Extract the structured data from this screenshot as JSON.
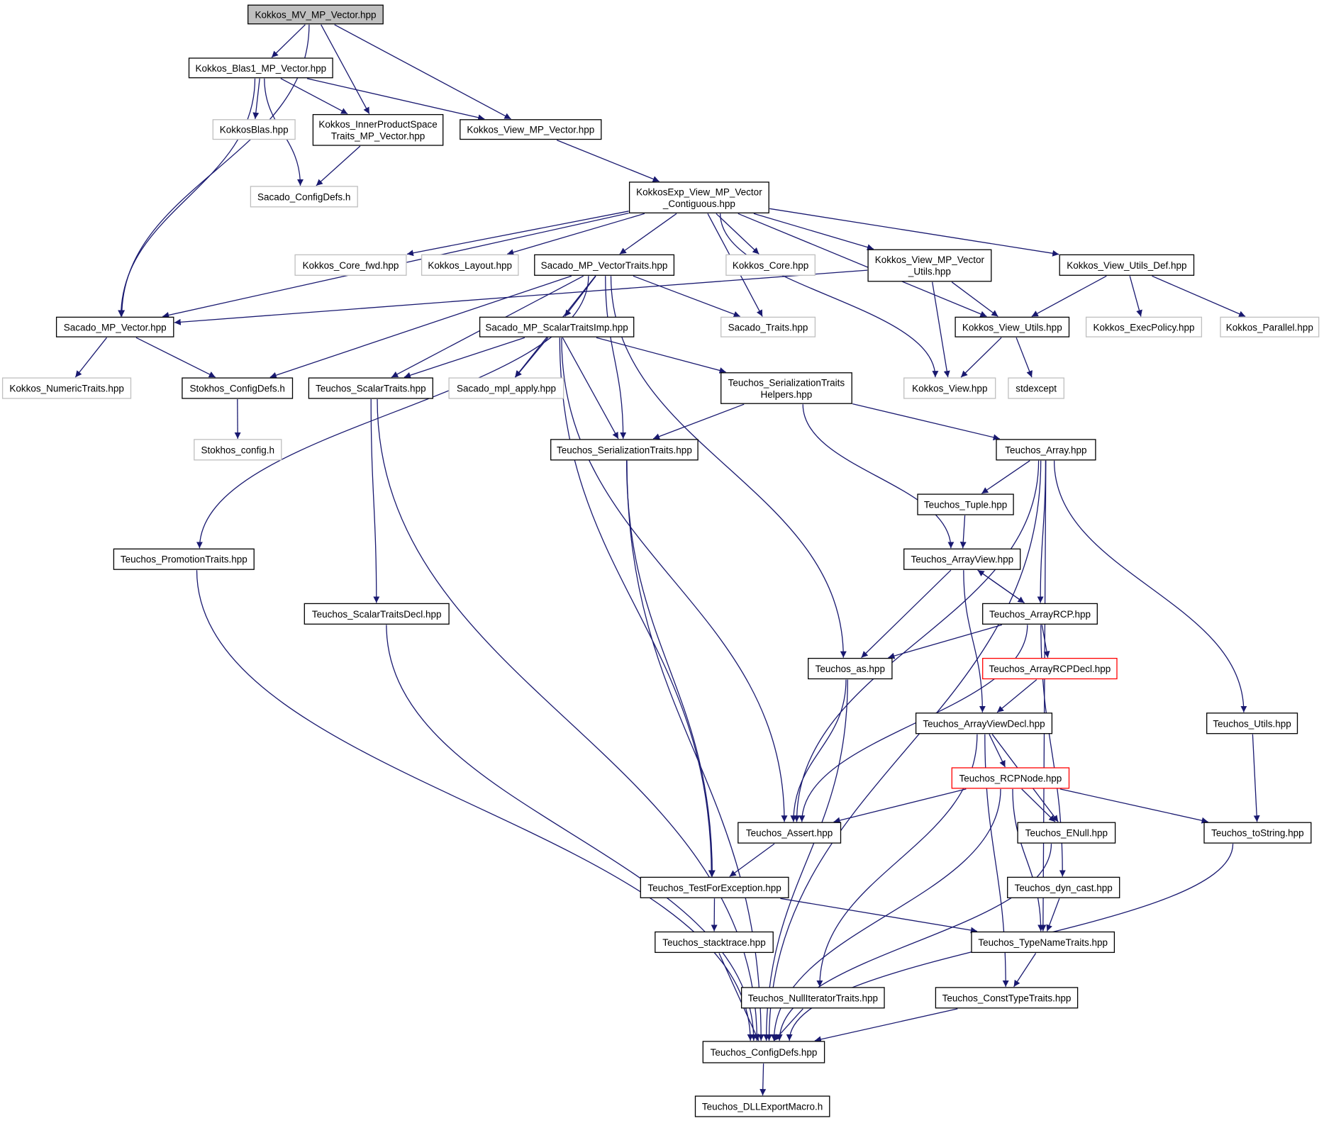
{
  "colors": {
    "edge": "#191970",
    "root_fill": "#bfbfbf",
    "node_border": "#000000",
    "external_border": "#bfbfbf",
    "truncated_border": "#ff0000"
  },
  "nodes": [
    {
      "id": "root",
      "lines": [
        "Kokkos_MV_MP_Vector.hpp"
      ],
      "kind": "root"
    },
    {
      "id": "blas1",
      "lines": [
        "Kokkos_Blas1_MP_Vector.hpp"
      ],
      "kind": "normal"
    },
    {
      "id": "kokkosblas",
      "lines": [
        "KokkosBlas.hpp"
      ],
      "kind": "external"
    },
    {
      "id": "innerprod",
      "lines": [
        "Kokkos_InnerProductSpace",
        "Traits_MP_Vector.hpp"
      ],
      "kind": "normal"
    },
    {
      "id": "viewmp",
      "lines": [
        "Kokkos_View_MP_Vector.hpp"
      ],
      "kind": "normal"
    },
    {
      "id": "sacconfig",
      "lines": [
        "Sacado_ConfigDefs.h"
      ],
      "kind": "external"
    },
    {
      "id": "kexpview",
      "lines": [
        "KokkosExp_View_MP_Vector",
        "_Contiguous.hpp"
      ],
      "kind": "normal"
    },
    {
      "id": "corefwd",
      "lines": [
        "Kokkos_Core_fwd.hpp"
      ],
      "kind": "external"
    },
    {
      "id": "layout",
      "lines": [
        "Kokkos_Layout.hpp"
      ],
      "kind": "external"
    },
    {
      "id": "sacvtraits",
      "lines": [
        "Sacado_MP_VectorTraits.hpp"
      ],
      "kind": "normal"
    },
    {
      "id": "core",
      "lines": [
        "Kokkos_Core.hpp"
      ],
      "kind": "external"
    },
    {
      "id": "viewmputils",
      "lines": [
        "Kokkos_View_MP_Vector",
        "_Utils.hpp"
      ],
      "kind": "normal"
    },
    {
      "id": "viewutilsdef",
      "lines": [
        "Kokkos_View_Utils_Def.hpp"
      ],
      "kind": "normal"
    },
    {
      "id": "sacmpvec",
      "lines": [
        "Sacado_MP_Vector.hpp"
      ],
      "kind": "normal"
    },
    {
      "id": "sacstraitsimp",
      "lines": [
        "Sacado_MP_ScalarTraitsImp.hpp"
      ],
      "kind": "normal"
    },
    {
      "id": "sactraits",
      "lines": [
        "Sacado_Traits.hpp"
      ],
      "kind": "external"
    },
    {
      "id": "viewutils",
      "lines": [
        "Kokkos_View_Utils.hpp"
      ],
      "kind": "normal"
    },
    {
      "id": "execpolicy",
      "lines": [
        "Kokkos_ExecPolicy.hpp"
      ],
      "kind": "external"
    },
    {
      "id": "parallel",
      "lines": [
        "Kokkos_Parallel.hpp"
      ],
      "kind": "external"
    },
    {
      "id": "numtraits",
      "lines": [
        "Kokkos_NumericTraits.hpp"
      ],
      "kind": "external"
    },
    {
      "id": "stokconfig",
      "lines": [
        "Stokhos_ConfigDefs.h"
      ],
      "kind": "normal"
    },
    {
      "id": "tscalartraits",
      "lines": [
        "Teuchos_ScalarTraits.hpp"
      ],
      "kind": "normal"
    },
    {
      "id": "mplapply",
      "lines": [
        "Sacado_mpl_apply.hpp"
      ],
      "kind": "external"
    },
    {
      "id": "tserhelpers",
      "lines": [
        "Teuchos_SerializationTraits",
        "Helpers.hpp"
      ],
      "kind": "normal"
    },
    {
      "id": "kview",
      "lines": [
        "Kokkos_View.hpp"
      ],
      "kind": "external"
    },
    {
      "id": "stdexcept",
      "lines": [
        "stdexcept"
      ],
      "kind": "external"
    },
    {
      "id": "stokconfigh",
      "lines": [
        "Stokhos_config.h"
      ],
      "kind": "external"
    },
    {
      "id": "tsertraits",
      "lines": [
        "Teuchos_SerializationTraits.hpp"
      ],
      "kind": "normal"
    },
    {
      "id": "tarray",
      "lines": [
        "Teuchos_Array.hpp"
      ],
      "kind": "normal"
    },
    {
      "id": "ttuple",
      "lines": [
        "Teuchos_Tuple.hpp"
      ],
      "kind": "normal"
    },
    {
      "id": "tpromotion",
      "lines": [
        "Teuchos_PromotionTraits.hpp"
      ],
      "kind": "normal"
    },
    {
      "id": "tarrayview",
      "lines": [
        "Teuchos_ArrayView.hpp"
      ],
      "kind": "normal"
    },
    {
      "id": "tscalardecl",
      "lines": [
        "Teuchos_ScalarTraitsDecl.hpp"
      ],
      "kind": "normal"
    },
    {
      "id": "tarrayrcp",
      "lines": [
        "Teuchos_ArrayRCP.hpp"
      ],
      "kind": "normal"
    },
    {
      "id": "tas",
      "lines": [
        "Teuchos_as.hpp"
      ],
      "kind": "normal"
    },
    {
      "id": "tarrayrcpdecl",
      "lines": [
        "Teuchos_ArrayRCPDecl.hpp"
      ],
      "kind": "truncated"
    },
    {
      "id": "tarrayviewdecl",
      "lines": [
        "Teuchos_ArrayViewDecl.hpp"
      ],
      "kind": "normal"
    },
    {
      "id": "tutils",
      "lines": [
        "Teuchos_Utils.hpp"
      ],
      "kind": "normal"
    },
    {
      "id": "trcpnode",
      "lines": [
        "Teuchos_RCPNode.hpp"
      ],
      "kind": "truncated"
    },
    {
      "id": "tassert",
      "lines": [
        "Teuchos_Assert.hpp"
      ],
      "kind": "normal"
    },
    {
      "id": "tenull",
      "lines": [
        "Teuchos_ENull.hpp"
      ],
      "kind": "normal"
    },
    {
      "id": "ttostring",
      "lines": [
        "Teuchos_toString.hpp"
      ],
      "kind": "normal"
    },
    {
      "id": "ttestexc",
      "lines": [
        "Teuchos_TestForException.hpp"
      ],
      "kind": "normal"
    },
    {
      "id": "tdyncast",
      "lines": [
        "Teuchos_dyn_cast.hpp"
      ],
      "kind": "normal"
    },
    {
      "id": "tstacktrace",
      "lines": [
        "Teuchos_stacktrace.hpp"
      ],
      "kind": "normal"
    },
    {
      "id": "ttypename",
      "lines": [
        "Teuchos_TypeNameTraits.hpp"
      ],
      "kind": "normal"
    },
    {
      "id": "tnulliter",
      "lines": [
        "Teuchos_NullIteratorTraits.hpp"
      ],
      "kind": "normal"
    },
    {
      "id": "tconsttype",
      "lines": [
        "Teuchos_ConstTypeTraits.hpp"
      ],
      "kind": "normal"
    },
    {
      "id": "tconfig",
      "lines": [
        "Teuchos_ConfigDefs.hpp"
      ],
      "kind": "normal"
    },
    {
      "id": "tdllexport",
      "lines": [
        "Teuchos_DLLExportMacro.h"
      ],
      "kind": "normal"
    }
  ],
  "edges": [
    [
      "root",
      "blas1"
    ],
    [
      "root",
      "innerprod"
    ],
    [
      "root",
      "viewmp"
    ],
    [
      "root",
      "sacmpvec"
    ],
    [
      "blas1",
      "kokkosblas"
    ],
    [
      "blas1",
      "innerprod"
    ],
    [
      "blas1",
      "viewmp"
    ],
    [
      "blas1",
      "sacconfig"
    ],
    [
      "blas1",
      "sacmpvec"
    ],
    [
      "innerprod",
      "sacconfig"
    ],
    [
      "viewmp",
      "kexpview"
    ],
    [
      "kexpview",
      "sacmpvec"
    ],
    [
      "kexpview",
      "corefwd"
    ],
    [
      "kexpview",
      "layout"
    ],
    [
      "kexpview",
      "sacvtraits"
    ],
    [
      "kexpview",
      "sactraits"
    ],
    [
      "kexpview",
      "core"
    ],
    [
      "kexpview",
      "kview"
    ],
    [
      "kexpview",
      "viewmputils"
    ],
    [
      "kexpview",
      "viewutils"
    ],
    [
      "kexpview",
      "viewutilsdef"
    ],
    [
      "sacvtraits",
      "sacstraitsimp"
    ],
    [
      "sacvtraits",
      "sactraits"
    ],
    [
      "sacvtraits",
      "stokconfig"
    ],
    [
      "sacvtraits",
      "tscalartraits"
    ],
    [
      "sacvtraits",
      "mplapply"
    ],
    [
      "sacvtraits",
      "tsertraits"
    ],
    [
      "sacvtraits",
      "tpromotion"
    ],
    [
      "sacvtraits",
      "tas"
    ],
    [
      "viewmputils",
      "sacmpvec"
    ],
    [
      "viewmputils",
      "viewutils"
    ],
    [
      "viewmputils",
      "kview"
    ],
    [
      "viewutilsdef",
      "viewutils"
    ],
    [
      "viewutilsdef",
      "execpolicy"
    ],
    [
      "viewutilsdef",
      "parallel"
    ],
    [
      "viewutils",
      "kview"
    ],
    [
      "viewutils",
      "stdexcept"
    ],
    [
      "sacmpvec",
      "numtraits"
    ],
    [
      "sacmpvec",
      "stokconfig"
    ],
    [
      "stokconfig",
      "stokconfigh"
    ],
    [
      "sacstraitsimp",
      "tscalartraits"
    ],
    [
      "sacstraitsimp",
      "mplapply"
    ],
    [
      "sacstraitsimp",
      "tserhelpers"
    ],
    [
      "sacstraitsimp",
      "tsertraits"
    ],
    [
      "sacstraitsimp",
      "tassert"
    ],
    [
      "sacstraitsimp",
      "ttestexc"
    ],
    [
      "tscalartraits",
      "tscalardecl"
    ],
    [
      "tscalartraits",
      "tconfig"
    ],
    [
      "tserhelpers",
      "tsertraits"
    ],
    [
      "tserhelpers",
      "tarray"
    ],
    [
      "tserhelpers",
      "tarrayview"
    ],
    [
      "tsertraits",
      "tconfig"
    ],
    [
      "tsertraits",
      "ttestexc"
    ],
    [
      "tarray",
      "ttuple"
    ],
    [
      "tarray",
      "tarrayrcp"
    ],
    [
      "tarray",
      "tassert"
    ],
    [
      "tarray",
      "ttypename"
    ],
    [
      "tarray",
      "tutils"
    ],
    [
      "tarray",
      "tconfig"
    ],
    [
      "ttuple",
      "tarrayview"
    ],
    [
      "tpromotion",
      "tconfig"
    ],
    [
      "tarrayview",
      "tarrayrcp"
    ],
    [
      "tarrayview",
      "tas"
    ],
    [
      "tarrayview",
      "tarrayviewdecl"
    ],
    [
      "tarrayrcp",
      "tarrayview"
    ],
    [
      "tarrayrcp",
      "tas"
    ],
    [
      "tarrayrcp",
      "tarrayrcpdecl"
    ],
    [
      "tarrayrcp",
      "tassert"
    ],
    [
      "tarrayrcp",
      "tdyncast"
    ],
    [
      "tscalardecl",
      "tconfig"
    ],
    [
      "tas",
      "tassert"
    ],
    [
      "tas",
      "tconfig"
    ],
    [
      "tarrayrcpdecl",
      "tarrayviewdecl"
    ],
    [
      "tarrayviewdecl",
      "trcpnode"
    ],
    [
      "tarrayviewdecl",
      "tenull"
    ],
    [
      "tarrayviewdecl",
      "tnulliter"
    ],
    [
      "tarrayviewdecl",
      "tconsttype"
    ],
    [
      "tutils",
      "ttostring"
    ],
    [
      "trcpnode",
      "tassert"
    ],
    [
      "trcpnode",
      "tenull"
    ],
    [
      "trcpnode",
      "ttostring"
    ],
    [
      "trcpnode",
      "ttypename"
    ],
    [
      "trcpnode",
      "tconfig"
    ],
    [
      "tassert",
      "ttestexc"
    ],
    [
      "tenull",
      "tconfig"
    ],
    [
      "ttostring",
      "tconfig"
    ],
    [
      "ttestexc",
      "tstacktrace"
    ],
    [
      "ttestexc",
      "ttypename"
    ],
    [
      "tdyncast",
      "ttypename"
    ],
    [
      "tstacktrace",
      "tconfig"
    ],
    [
      "ttypename",
      "tconsttype"
    ],
    [
      "tnulliter",
      "tconfig"
    ],
    [
      "tconsttype",
      "tconfig"
    ],
    [
      "tconfig",
      "tdllexport"
    ]
  ]
}
